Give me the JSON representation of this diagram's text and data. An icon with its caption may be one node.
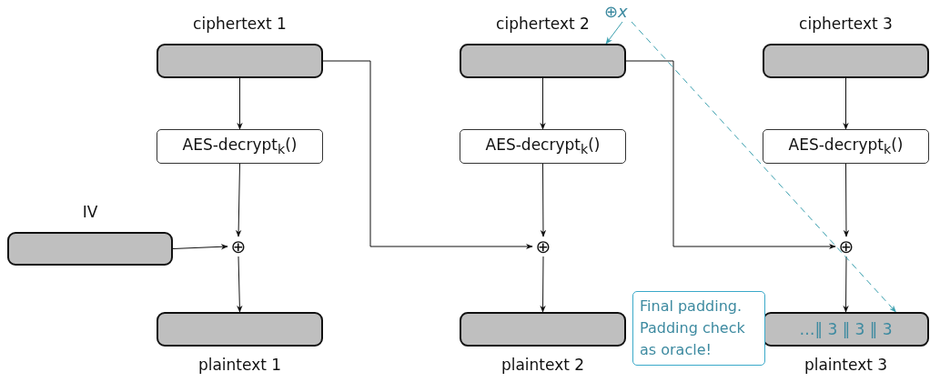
{
  "diagram": {
    "nodes": [
      {
        "text": [
          "ciphertext 1"
        ]
      },
      {
        "text": [
          "ciphertext 2"
        ]
      },
      {
        "text": [
          "ciphertext 3"
        ]
      },
      {
        "text": [
          "AES-decrypt$_{k}$()"
        ]
      },
      {
        "text": [
          "AES-decrypt$_{k}$()"
        ]
      },
      {
        "text": [
          "AES-decrypt$_{k}$()"
        ]
      },
      {
        "text": [
          "IV"
        ]
      },
      {
        "text": [
          "⊕"
        ]
      },
      {
        "text": [
          "⊕"
        ]
      },
      {
        "text": [
          "⊕"
        ]
      },
      {
        "text": [
          "plaintext 1"
        ]
      },
      {
        "text": [
          "plaintext 2"
        ]
      },
      {
        "text": [
          "…‖ 3 ‖ 3 ‖ 3",
          "plaintext 3"
        ]
      },
      {
        "text": [
          "Final padding. Padding check as oracle!"
        ]
      },
      {
        "text": [
          "⊕*x*"
        ]
      }
    ],
    "edges": [
      {
        "from": 0,
        "to": 3,
        "arrow": "to"
      },
      {
        "from": 1,
        "to": 4,
        "arrow": "to"
      },
      {
        "from": 2,
        "to": 5,
        "arrow": "to"
      },
      {
        "from": 3,
        "to": 7,
        "arrow": "to"
      },
      {
        "from": 4,
        "to": 8,
        "arrow": "to"
      },
      {
        "from": 5,
        "to": 9,
        "arrow": "to"
      },
      {
        "from": 6,
        "to": 7,
        "arrow": "to"
      },
      {
        "from": 0,
        "to": 8,
        "arrow": "to"
      },
      {
        "from": 1,
        "to": 9,
        "arrow": "to"
      },
      {
        "from": 7,
        "to": 10,
        "arrow": "to"
      },
      {
        "from": 8,
        "to": 11,
        "arrow": "to"
      },
      {
        "from": 9,
        "to": 12,
        "arrow": "to"
      },
      {
        "from": 14,
        "to": 1,
        "arrow": "to",
        "color": "#3a9fae"
      },
      {
        "from": 14,
        "to": 12,
        "arrow": "to",
        "style": "dashed",
        "color": "#3a9fae"
      }
    ]
  }
}
